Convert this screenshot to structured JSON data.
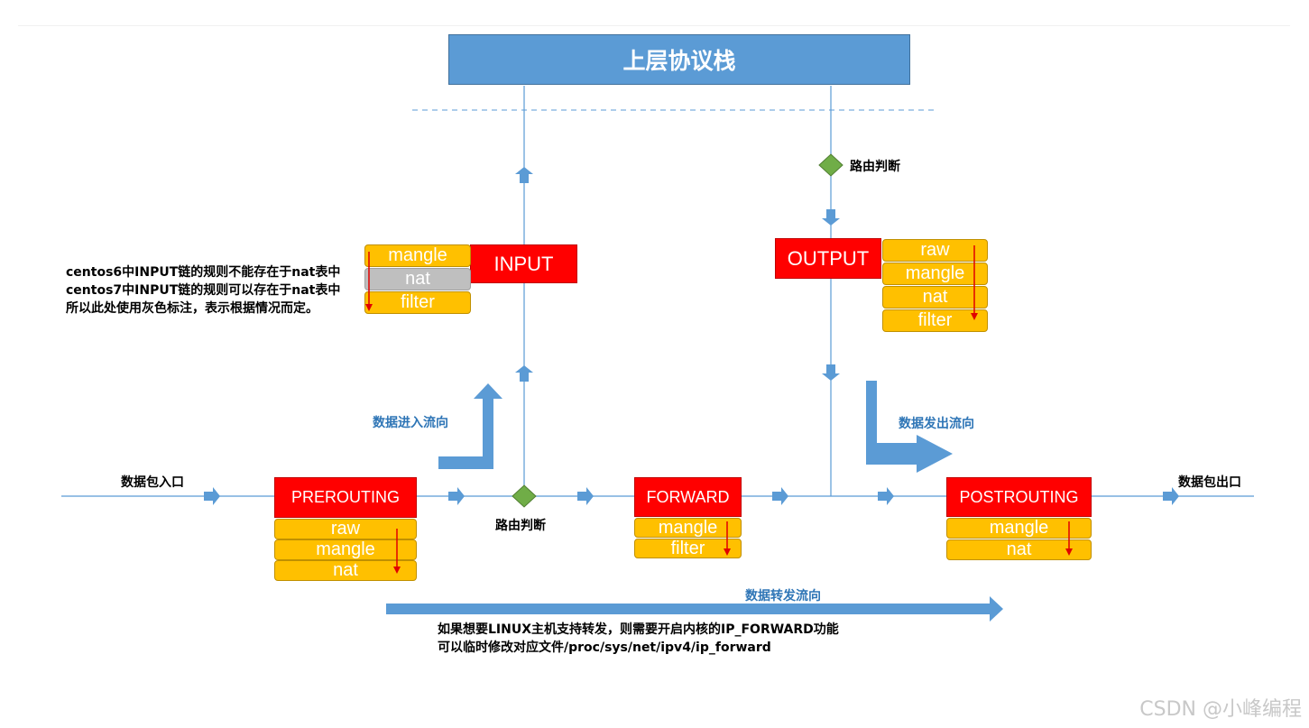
{
  "top_box": "上层协议栈",
  "chains": {
    "input": "INPUT",
    "output": "OUTPUT",
    "prerouting": "PREROUTING",
    "forward": "FORWARD",
    "postrouting": "POSTROUTING"
  },
  "tables": {
    "input": [
      "mangle",
      "nat",
      "filter"
    ],
    "output": [
      "raw",
      "mangle",
      "nat",
      "filter"
    ],
    "prerouting": [
      "raw",
      "mangle",
      "nat"
    ],
    "forward": [
      "mangle",
      "filter"
    ],
    "postrouting": [
      "mangle",
      "nat"
    ]
  },
  "labels": {
    "route_decision": "路由判断",
    "packet_entry": "数据包入口",
    "packet_exit": "数据包出口",
    "inbound_flow": "数据进入流向",
    "outbound_flow": "数据发出流向",
    "forward_flow": "数据转发流向"
  },
  "notes": {
    "input_note": [
      "centos6中INPUT链的规则不能存在于nat表中",
      "centos7中INPUT链的规则可以存在于nat表中",
      "所以此处使用灰色标注，表示根据情况而定。"
    ],
    "forward_note": [
      "如果想要LINUX主机支持转发，则需要开启内核的IP_FORWARD功能",
      "可以临时修改对应文件/proc/sys/net/ipv4/ip_forward"
    ]
  },
  "watermark": "CSDN @小峰编程",
  "colors": {
    "line": "#5b9bd5",
    "chain": "#ff0000",
    "table": "#ffc000",
    "table_uncertain": "#bfbfbf",
    "decision": "#70ad47",
    "flow_label": "#2e75b6"
  }
}
